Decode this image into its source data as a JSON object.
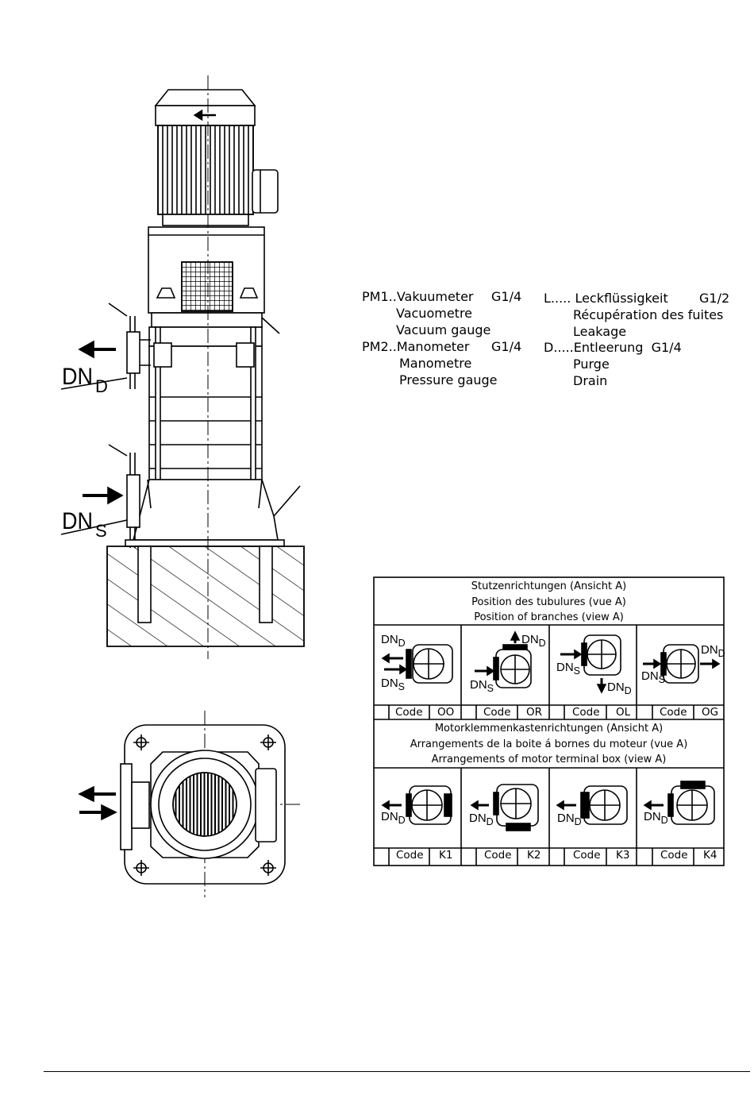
{
  "legend": {
    "left": [
      {
        "prefix": "PM1..",
        "label": "Vakuumeter",
        "thread": "G1/4"
      },
      {
        "label": "Vacuometre"
      },
      {
        "label": "Vacuum gauge"
      },
      {
        "prefix": "PM2..",
        "label": "Manometer",
        "thread": "G1/4"
      },
      {
        "label": "Manometre"
      },
      {
        "label": "Pressure gauge"
      }
    ],
    "right": [
      {
        "prefix": "L.....",
        "label": "Leckflüssigkeit",
        "thread": "G1/2"
      },
      {
        "label": "Récupération des fuites"
      },
      {
        "label": "Leakage"
      },
      {
        "prefix": "D.....",
        "label": "Entleerung",
        "thread": "G1/4"
      },
      {
        "label": "Purge"
      },
      {
        "label": "Drain"
      }
    ]
  },
  "side_view": {
    "dn_discharge": {
      "base": "DN",
      "sub": "D"
    },
    "dn_suction": {
      "base": "DN",
      "sub": "S"
    }
  },
  "table": {
    "branch_header": [
      "Stutzenrichtungen  (Ansicht A)",
      "Position des tubulures (vue A)",
      "Position of branches (view A)"
    ],
    "branch_codes": [
      {
        "label": "Code",
        "value": "OO"
      },
      {
        "label": "Code",
        "value": "OR"
      },
      {
        "label": "Code",
        "value": "OL"
      },
      {
        "label": "Code",
        "value": "OG"
      }
    ],
    "motor_header": [
      "Motorklemmenkastenrichtungen  (Ansicht A)",
      "Arrangements de la boite á bornes du moteur  (vue A)",
      "Arrangements of motor terminal box  (view A)"
    ],
    "motor_codes": [
      {
        "label": "Code",
        "value": "K1"
      },
      {
        "label": "Code",
        "value": "K2"
      },
      {
        "label": "Code",
        "value": "K3"
      },
      {
        "label": "Code",
        "value": "K4"
      }
    ],
    "dn_labels": {
      "d": "D",
      "s": "S",
      "base": "DN"
    }
  }
}
